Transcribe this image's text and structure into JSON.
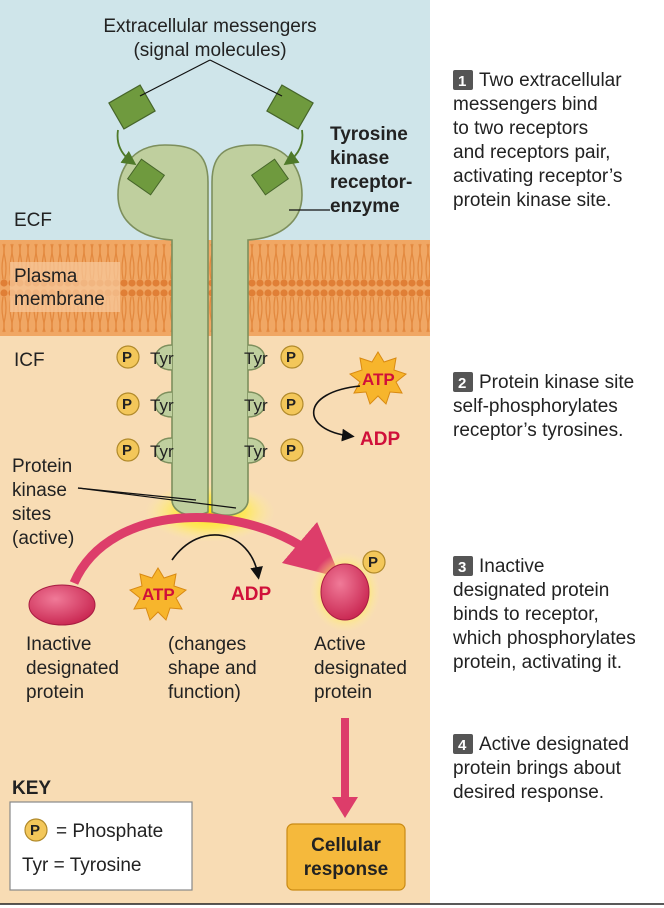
{
  "colors": {
    "ecf_bg": "#cfe5ea",
    "icf_bg": "#f8dcb4",
    "membrane": "#e8944a",
    "receptor": "#bfcf9e",
    "messenger": "#6f9a3e",
    "phosphate": "#f3c75a",
    "arrow": "#dd3d6a",
    "protein": "#d93a63",
    "response_box": "#f5b93c",
    "atp_text": "#d0103a"
  },
  "labels": {
    "messengers_line1": "Extracellular messengers",
    "messengers_line2": "(signal molecules)",
    "receptor_line1": "Tyrosine",
    "receptor_line2": "kinase",
    "receptor_line3": "receptor-",
    "receptor_line4": "enzyme",
    "ecf": "ECF",
    "membrane_line1": "Plasma",
    "membrane_line2": "membrane",
    "icf": "ICF",
    "kinase_line1": "Protein",
    "kinase_line2": "kinase",
    "kinase_line3": "sites",
    "kinase_line4": "(active)",
    "inactive_line1": "Inactive",
    "inactive_line2": "designated",
    "inactive_line3": "protein",
    "changes_line1": "(changes",
    "changes_line2": "shape and",
    "changes_line3": "function)",
    "active_line1": "Active",
    "active_line2": "designated",
    "active_line3": "protein",
    "cellular_line1": "Cellular",
    "cellular_line2": "response",
    "tyr": "Tyr",
    "p": "P",
    "atp": "ATP",
    "adp": "ADP"
  },
  "key": {
    "title": "KEY",
    "phosphate": "= Phosphate",
    "tyrosine": "Tyr = Tyrosine"
  },
  "steps": [
    {
      "num": "1",
      "lines": [
        "Two extracellular",
        "messengers bind",
        "to two receptors",
        "and receptors pair,",
        "activating receptor’s",
        "protein kinase site."
      ]
    },
    {
      "num": "2",
      "lines": [
        "Protein kinase site",
        "self-phosphorylates",
        "receptor’s tyrosines."
      ]
    },
    {
      "num": "3",
      "lines": [
        "Inactive",
        "designated protein",
        "binds to receptor,",
        "which phosphorylates",
        "protein, activating it."
      ]
    },
    {
      "num": "4",
      "lines": [
        "Active designated",
        "protein brings about",
        "desired response."
      ]
    }
  ]
}
